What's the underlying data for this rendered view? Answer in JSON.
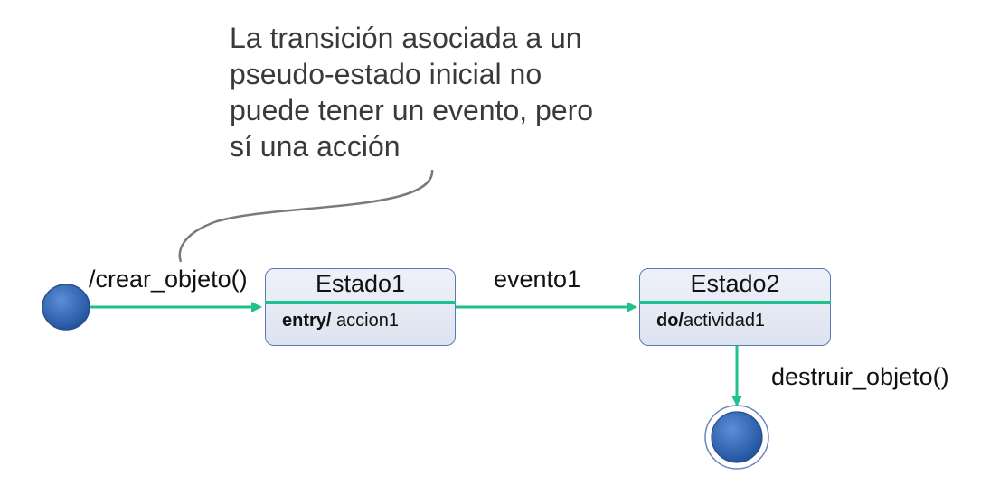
{
  "note": {
    "lines": [
      "La transición asociada a un",
      "pseudo-estado inicial no",
      "puede tener un evento, pero",
      "sí una acción"
    ]
  },
  "states": [
    {
      "name": "Estado1",
      "activity_keyword": "entry/",
      "activity_text": " accion1"
    },
    {
      "name": "Estado2",
      "activity_keyword": "do/",
      "activity_text": "actividad1"
    }
  ],
  "transitions": {
    "initial": "/crear_objeto()",
    "middle": "evento1",
    "final": "destruir_objeto()"
  },
  "colors": {
    "transition": "#1fc28e",
    "node_fill": "#2e63b8",
    "state_border": "#5a79b3",
    "callout_line": "#7a7a7a"
  }
}
